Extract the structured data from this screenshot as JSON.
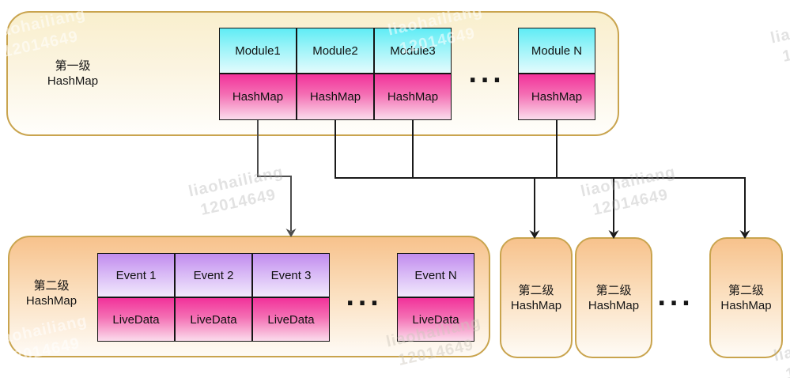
{
  "watermark": {
    "line1": "liaohailiang",
    "line2": "12014649"
  },
  "colors": {
    "container_border": "#c9a44e",
    "level1_fill_top": "#f9efcd",
    "level2_fill_top": "#f7c28c",
    "module_cell_top": "#5fecf5",
    "hashmap_cell_top": "#f2329a",
    "event_cell_top": "#c18cee",
    "livedata_cell_top": "#f2329a",
    "connector_gray": "#4d4d4d",
    "connector_black": "#1a1a1a"
  },
  "level1": {
    "label": {
      "line1": "第一级",
      "line2": "HashMap"
    },
    "columns": [
      {
        "top": "Module1",
        "bottom": "HashMap"
      },
      {
        "top": "Module2",
        "bottom": "HashMap"
      },
      {
        "top": "Module3",
        "bottom": "HashMap"
      }
    ],
    "ellipsis": "...",
    "last_column": {
      "top": "Module N",
      "bottom": "HashMap"
    }
  },
  "level2_main": {
    "label": {
      "line1": "第二级",
      "line2": "HashMap"
    },
    "columns": [
      {
        "top": "Event 1",
        "bottom": "LiveData"
      },
      {
        "top": "Event 2",
        "bottom": "LiveData"
      },
      {
        "top": "Event 3",
        "bottom": "LiveData"
      }
    ],
    "ellipsis": "...",
    "last_column": {
      "top": "Event N",
      "bottom": "LiveData"
    }
  },
  "level2_small": [
    {
      "label": {
        "line1": "第二级",
        "line2": "HashMap"
      }
    },
    {
      "label": {
        "line1": "第二级",
        "line2": "HashMap"
      }
    },
    {
      "label": {
        "line1": "第二级",
        "line2": "HashMap"
      }
    }
  ],
  "small_ellipsis": "..."
}
